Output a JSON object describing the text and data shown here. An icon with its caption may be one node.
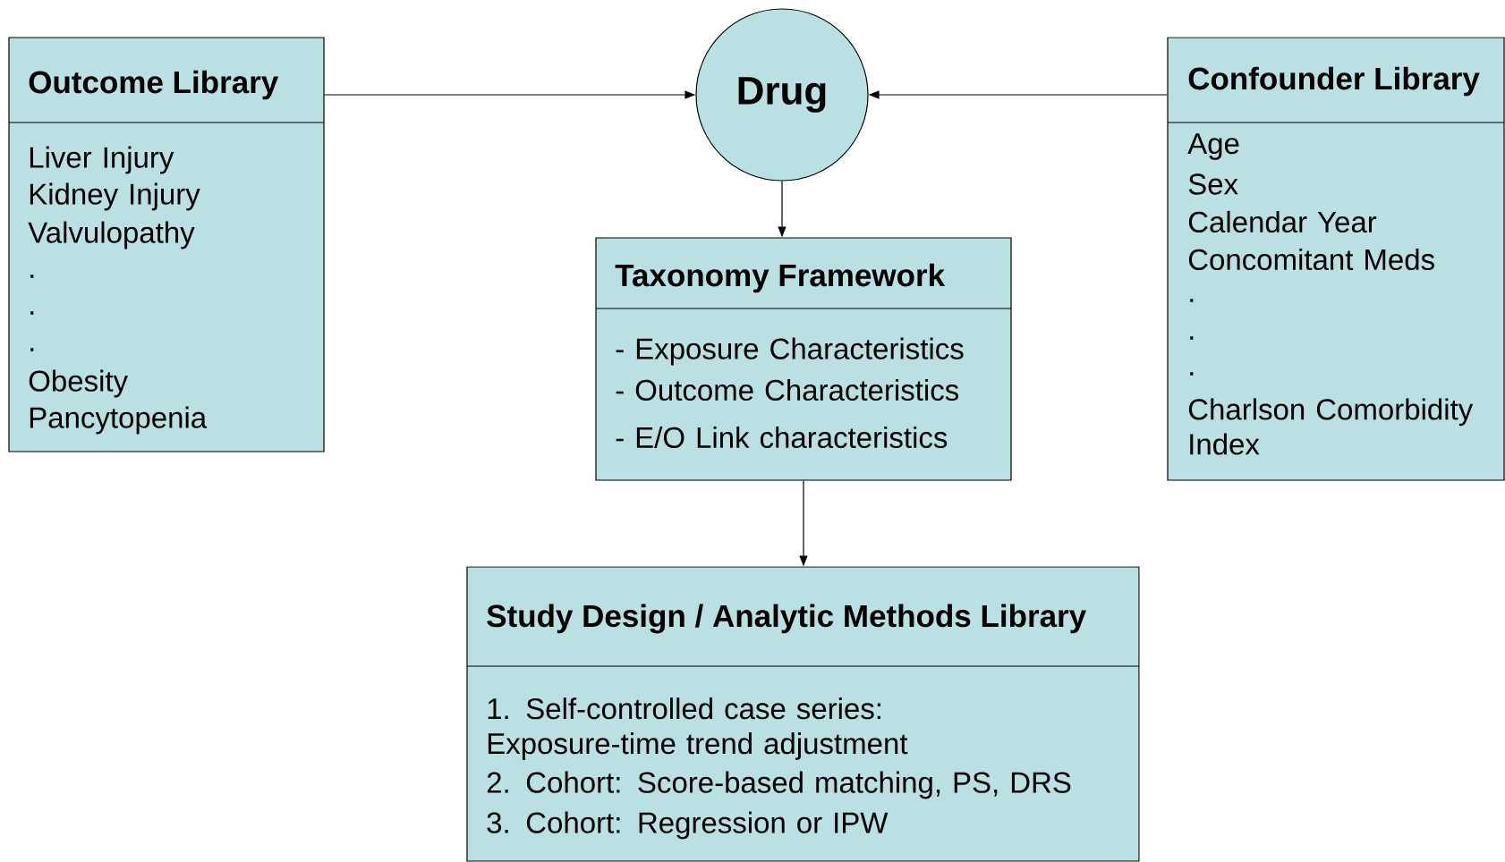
{
  "diagram": {
    "nodes": [
      {
        "text": [
          "Outcome Library",
          "Liver Injury",
          "Kidney Injury",
          "Valvulopathy",
          ".",
          ".",
          ".",
          "Obesity",
          "Pancytopenia"
        ]
      },
      {
        "text": [
          "Drug"
        ]
      },
      {
        "text": [
          "Confounder Library",
          "Age",
          "Sex",
          "Calendar Year",
          "Concomitant Meds",
          ".",
          ".",
          ".",
          "Charlson Comorbidity Index"
        ]
      },
      {
        "text": [
          "Taxonomy Framework",
          "- Exposure Characteristics",
          "- Outcome Characteristics",
          "- E/O Link characteristics"
        ]
      },
      {
        "text": [
          "Study Design / Analytic Methods Library",
          "1. Self-controlled case series: Exposure-time trend adjustment",
          "2. Cohort: Score-based matching, PS, DRS",
          "3. Cohort: Regression or IPW"
        ]
      }
    ],
    "edges": [
      {
        "from": 0,
        "to": 1,
        "arrow": "to"
      },
      {
        "from": 2,
        "to": 1,
        "arrow": "to"
      },
      {
        "from": 1,
        "to": 3,
        "arrow": "to"
      },
      {
        "from": 3,
        "to": 4,
        "arrow": "to"
      }
    ]
  }
}
